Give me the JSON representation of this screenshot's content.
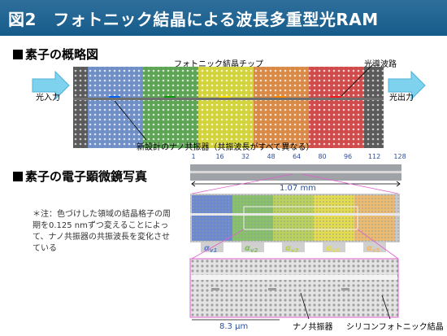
{
  "title": "図2　フォトニック結晶による波長多重型光RAM",
  "section1": {
    "heading": "素子の概略図",
    "chip_label": "フォトニック結晶チップ",
    "waveguide_label": "光導波路",
    "input_label": "光入力",
    "output_label": "光出力",
    "resonator_label": "新設計のナノ共振器（共振波長がすべて異なる）",
    "band_colors": [
      "#6f8fc6",
      "#5da455",
      "#d3d33c",
      "#d98a46",
      "#d04b4b"
    ],
    "cavity_colors": [
      "#0066ff",
      "#00a000",
      "#ffe000",
      "#ff8a00",
      "#ff1a1a"
    ]
  },
  "section2": {
    "heading": "素子の電子顕微鏡写真",
    "ruler_ticks": [
      "1",
      "16",
      "32",
      "48",
      "64",
      "80",
      "96",
      "112",
      "128"
    ],
    "scale1": "1.07 mm",
    "scale2": "8.3 μm",
    "alpha_labels": [
      "α",
      "α",
      "α",
      "α",
      "α"
    ],
    "alpha_subs": [
      "v1",
      "v2",
      "v3",
      "v4",
      "v5"
    ],
    "note": "＊注：色づけした領域の結晶格子の周期を0.125 nmずつ変えることによって、ナノ共振器の共振波長を変化させている",
    "nanocavity_label": "ナノ共振器",
    "crystal_label": "シリコンフォトニック結晶"
  }
}
